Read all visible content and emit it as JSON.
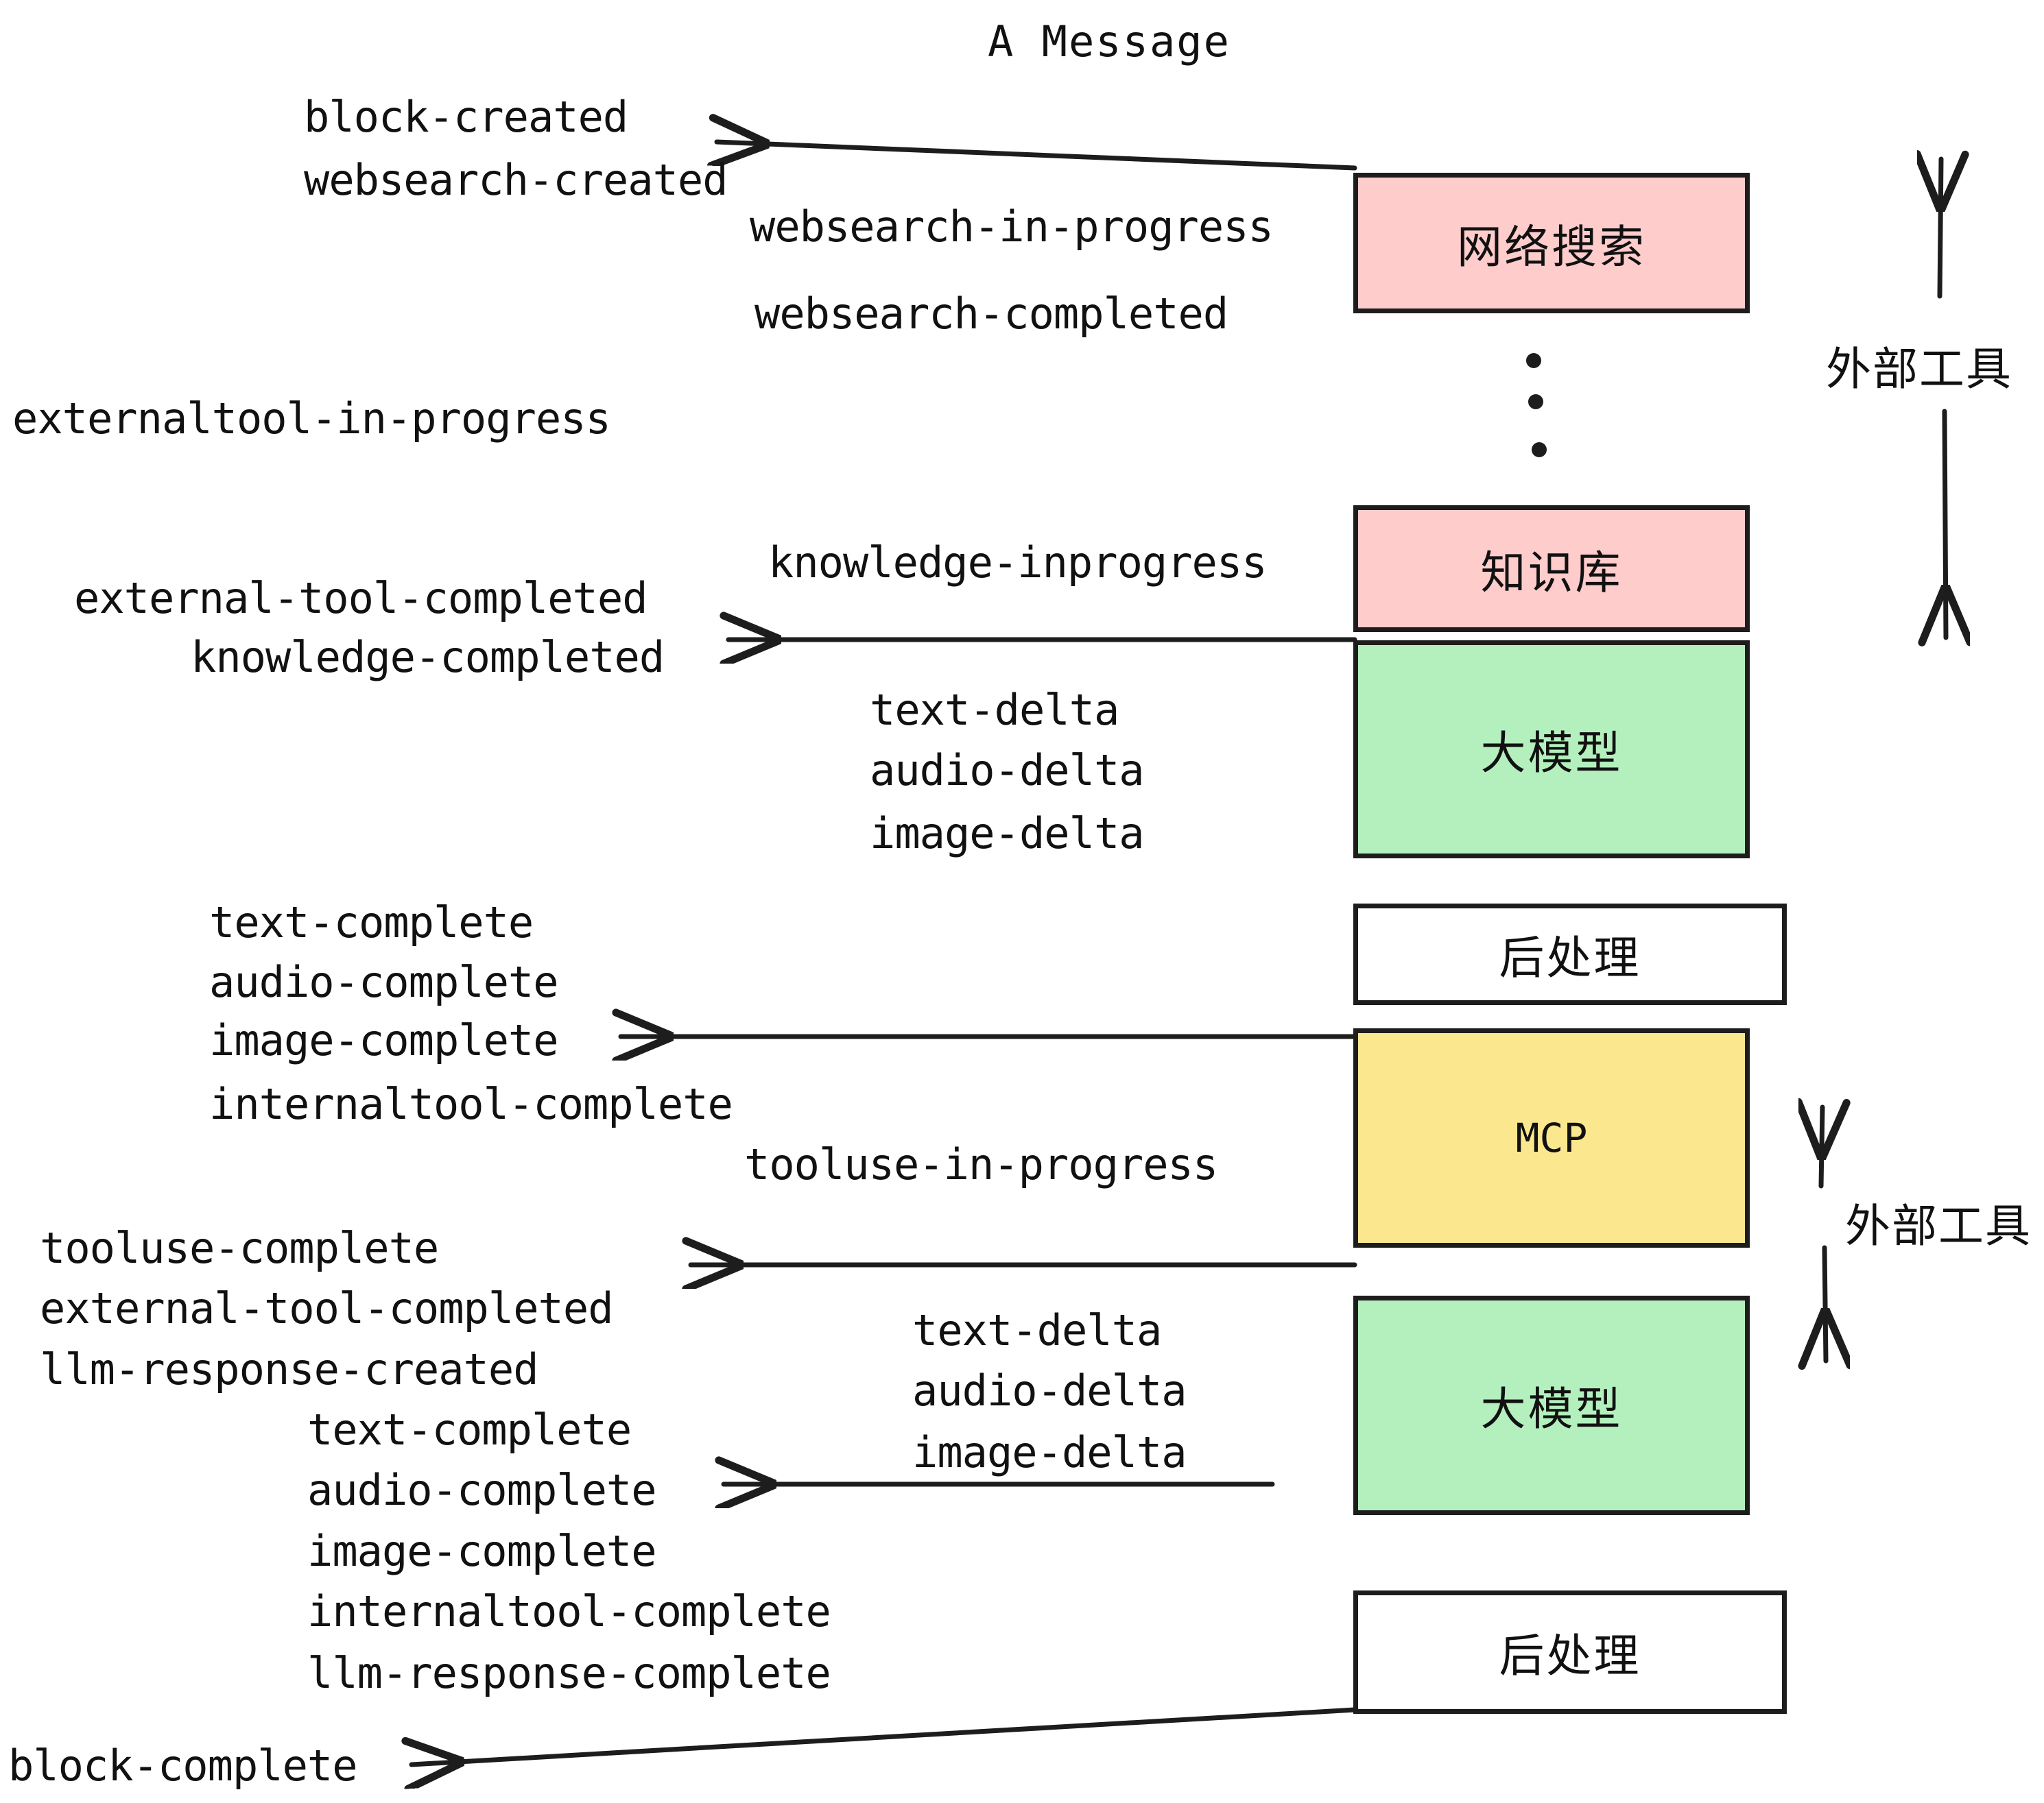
{
  "title": "A Message",
  "colors": {
    "websearch_box": "#FFCCCC",
    "knowledge_box": "#FFCCCC",
    "llm_box": "#B4F0BD",
    "postprocess_box": "#FFFFFF",
    "mcp_box": "#FBE78E",
    "stroke": "#1d1d1d",
    "text": "#111111",
    "background": "#FFFFFF"
  },
  "boxes": [
    {
      "id": "websearch",
      "label": "网络搜索",
      "fill": "#FFCCCC"
    },
    {
      "id": "knowledge",
      "label": "知识库",
      "fill": "#FFCCCC"
    },
    {
      "id": "llm-1",
      "label": "大模型",
      "fill": "#B4F0BD"
    },
    {
      "id": "postprocess-1",
      "label": "后处理",
      "fill": "#FFFFFF"
    },
    {
      "id": "mcp",
      "label": "MCP",
      "fill": "#FBE78E"
    },
    {
      "id": "llm-2",
      "label": "大模型",
      "fill": "#B4F0BD"
    },
    {
      "id": "postprocess-2",
      "label": "后处理",
      "fill": "#FFFFFF"
    }
  ],
  "side_labels": [
    {
      "id": "external-tool-top",
      "text": "外部工具"
    },
    {
      "id": "external-tool-bottom",
      "text": "外部工具"
    }
  ],
  "events": [
    {
      "id": "block-created",
      "text": "block-created"
    },
    {
      "id": "websearch-created",
      "text": "websearch-created"
    },
    {
      "id": "websearch-in-progress",
      "text": "websearch-in-progress"
    },
    {
      "id": "websearch-completed",
      "text": "websearch-completed"
    },
    {
      "id": "externaltool-in-progress",
      "text": "externaltool-in-progress"
    },
    {
      "id": "knowledge-inprogress",
      "text": "knowledge-inprogress"
    },
    {
      "id": "external-tool-completed-1",
      "text": "external-tool-completed"
    },
    {
      "id": "knowledge-completed",
      "text": "knowledge-completed"
    },
    {
      "id": "text-delta-1",
      "text": "text-delta"
    },
    {
      "id": "audio-delta-1",
      "text": "audio-delta"
    },
    {
      "id": "image-delta-1",
      "text": "image-delta"
    },
    {
      "id": "text-complete-1",
      "text": "text-complete"
    },
    {
      "id": "audio-complete-1",
      "text": "audio-complete"
    },
    {
      "id": "image-complete-1",
      "text": "image-complete"
    },
    {
      "id": "internaltool-complete-1",
      "text": "internaltool-complete"
    },
    {
      "id": "tooluse-in-progress",
      "text": "tooluse-in-progress"
    },
    {
      "id": "tooluse-complete",
      "text": "tooluse-complete"
    },
    {
      "id": "external-tool-completed-2",
      "text": "external-tool-completed"
    },
    {
      "id": "llm-response-created",
      "text": "llm-response-created"
    },
    {
      "id": "text-delta-2",
      "text": "text-delta"
    },
    {
      "id": "audio-delta-2",
      "text": "audio-delta"
    },
    {
      "id": "image-delta-2",
      "text": "image-delta"
    },
    {
      "id": "text-complete-2",
      "text": "text-complete"
    },
    {
      "id": "audio-complete-2",
      "text": "audio-complete"
    },
    {
      "id": "image-complete-2",
      "text": "image-complete"
    },
    {
      "id": "internaltool-complete-2",
      "text": "internaltool-complete"
    },
    {
      "id": "llm-response-complete",
      "text": "llm-response-complete"
    },
    {
      "id": "block-complete",
      "text": "block-complete"
    }
  ],
  "ellipsis": {
    "id": "vertical-ellipsis",
    "count": 3
  }
}
